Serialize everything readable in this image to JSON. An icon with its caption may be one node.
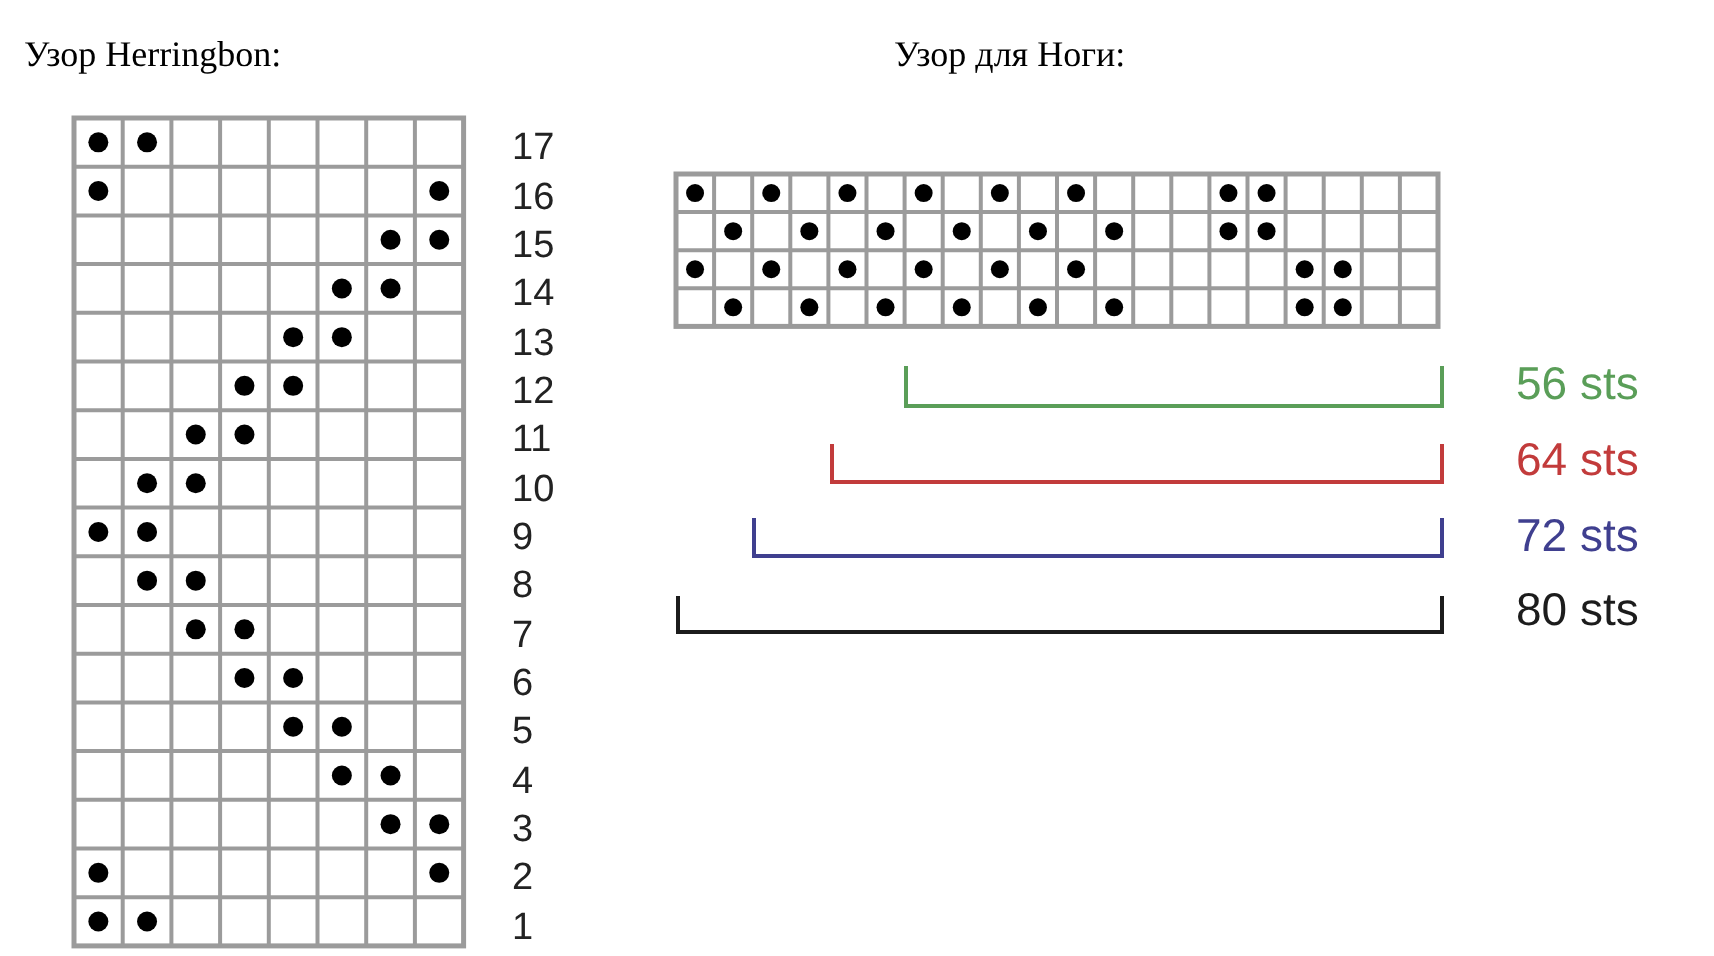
{
  "diagram": {
    "labels": [
      "Узор Herringbon:",
      "Узор для Ноги:",
      "17",
      "16",
      "15",
      "14",
      "13",
      "12",
      "11",
      "10",
      "9",
      "8",
      "7",
      "6",
      "5",
      "4",
      "3",
      "2",
      "1",
      "56 sts",
      "64 sts",
      "72 sts",
      "80 sts"
    ]
  }
}
